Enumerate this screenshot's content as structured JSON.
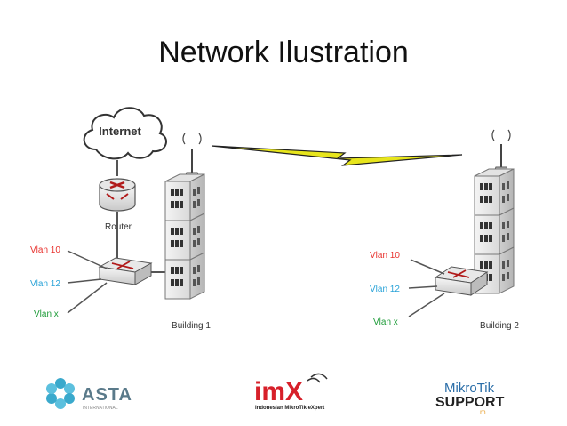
{
  "title": "Network Ilustration",
  "labels": {
    "internet": "Internet",
    "router": "Router",
    "building1": "Building 1",
    "building2": "Building 2",
    "vlan10": "Vlan 10",
    "vlan12": "Vlan 12",
    "vlanx": "Vlan x"
  },
  "logos": {
    "asta": "ASTA",
    "asta_sub": "INTERNATIONAL",
    "imx": "imX",
    "imx_sub": "Indonesian MikroTik eXpert",
    "mikrotik": "MikroTik",
    "support": "SUPPORT",
    "support_sub": "m"
  },
  "colors": {
    "vlan10": "#e8322e",
    "vlan12": "#2aa3d8",
    "vlanx": "#1f9c3a",
    "link": "#e7e51c",
    "asta": "#3aa9cc",
    "imx_red": "#d7202a",
    "mikrotik_blue": "#2b6ea8"
  }
}
